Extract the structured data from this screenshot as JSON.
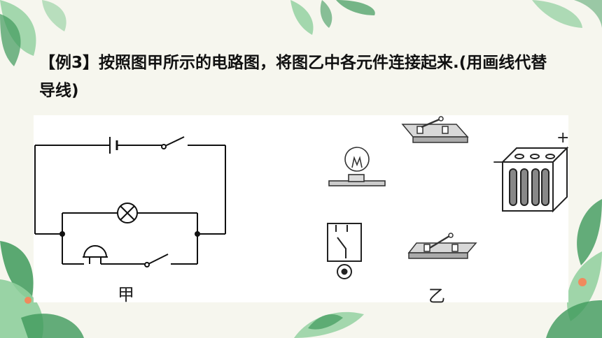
{
  "question": {
    "tag": "【例3】",
    "text": "按照图甲所示的电路图，将图乙中各元件连接起来.(用画线代替导线)"
  },
  "figure_a": {
    "caption": "甲"
  },
  "figure_b": {
    "caption": "乙",
    "battery_plus": "+",
    "battery_minus": "−"
  },
  "colors": {
    "background": "#f6f6ee",
    "leaf_dark": "#3e9a5b",
    "leaf_light": "#8fcf9c",
    "flower": "#f08a5d"
  }
}
